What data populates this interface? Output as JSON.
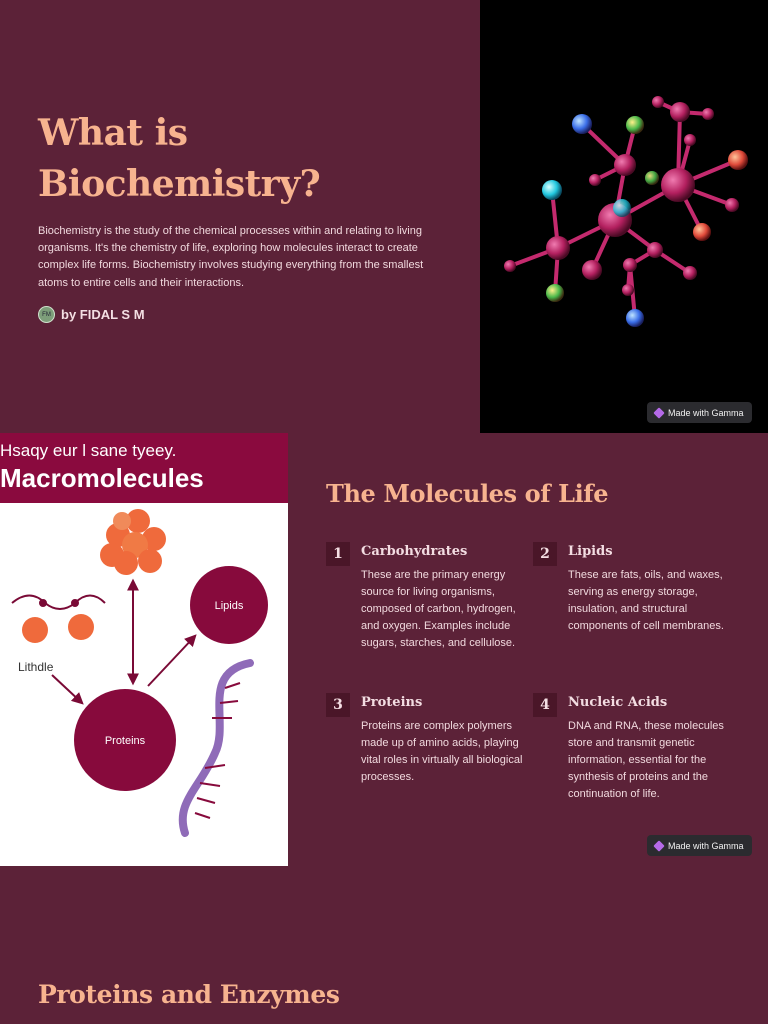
{
  "slide1": {
    "title": "What is Biochemistry?",
    "intro": "Biochemistry is the study of the chemical processes within and relating to living organisms. It's the chemistry of life, exploring how molecules interact to create complex life forms. Biochemistry involves studying everything from the smallest atoms to entire cells and their interactions.",
    "avatar_initials": "FM",
    "author": "by FIDAL S M",
    "image_icon": "molecule-illustration"
  },
  "badges": {
    "label": "Made with Gamma",
    "icon": "gamma-gem-icon"
  },
  "macro_panel": {
    "subtitle": "Hsaqy eur l sane tyeey.",
    "title": "Macromolecules",
    "labels": {
      "lipids": "Lipids",
      "lithdle": "Lithdle",
      "proteins": "Proteins"
    },
    "colors": {
      "header": "#8a0a3e",
      "orange": "#ef6a3c",
      "purple": "#8f6bb8"
    }
  },
  "slide2": {
    "title": "The Molecules of Life",
    "items": [
      {
        "number": "1",
        "heading": "Carbohydrates",
        "text": "These are the primary energy source for living organisms, composed of carbon, hydrogen, and oxygen. Examples include sugars, starches, and cellulose."
      },
      {
        "number": "2",
        "heading": "Lipids",
        "text": "These are fats, oils, and waxes, serving as energy storage, insulation, and structural components of cell membranes."
      },
      {
        "number": "3",
        "heading": "Proteins",
        "text": "Proteins are complex polymers made up of amino acids, playing vital roles in virtually all biological processes."
      },
      {
        "number": "4",
        "heading": "Nucleic Acids",
        "text": "DNA and RNA, these molecules store and transmit genetic information, essential for the synthesis of proteins and the continuation of life."
      }
    ]
  },
  "slide3": {
    "title": "Proteins and Enzymes"
  },
  "colors": {
    "background": "#5c2238",
    "heading": "#f7b38f",
    "number_box": "#4a1628"
  }
}
